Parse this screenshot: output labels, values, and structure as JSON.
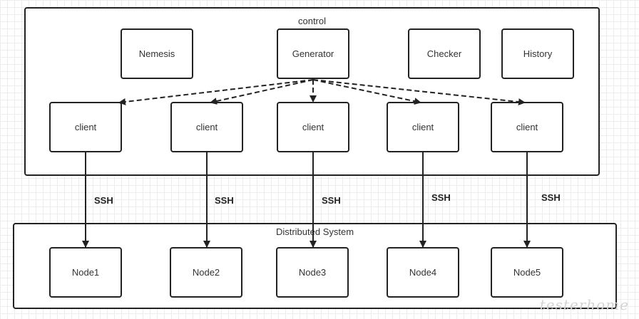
{
  "control": {
    "title": "control",
    "nemesis": "Nemesis",
    "generator": "Generator",
    "checker": "Checker",
    "history": "History",
    "clients": [
      "client",
      "client",
      "client",
      "client",
      "client"
    ]
  },
  "ssh_labels": [
    "SSH",
    "SSH",
    "SSH",
    "SSH",
    "SSH"
  ],
  "distributed": {
    "title": "Distributed System",
    "nodes": [
      "Node1",
      "Node2",
      "Node3",
      "Node4",
      "Node5"
    ]
  },
  "watermark": "testerhome"
}
